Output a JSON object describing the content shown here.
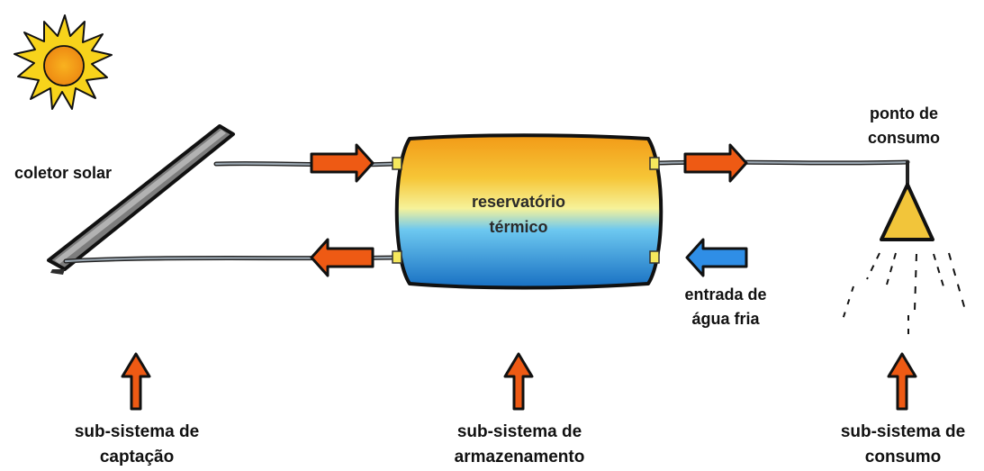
{
  "labels": {
    "collector": "coletor solar",
    "tank_line1": "reservatório",
    "tank_line2": "térmico",
    "consumption_point_line1": "ponto de",
    "consumption_point_line2": "consumo",
    "cold_water_line1": "entrada de",
    "cold_water_line2": "água fria",
    "capture_subsystem_line1": "sub-sistema de",
    "capture_subsystem_line2": "captação",
    "storage_subsystem_line1": "sub-sistema de",
    "storage_subsystem_line2": "armazenamento",
    "consumption_subsystem_line1": "sub-sistema de",
    "consumption_subsystem_line2": "consumo"
  },
  "colors": {
    "hot_flow_arrow": "#ee5a14",
    "cold_water_arrow": "#2f8ee6",
    "subsystem_arrow": "#ee5a14",
    "sun_core": "#f29a16",
    "sun_rays": "#f7d31b",
    "tank_top": "#f3a21c",
    "tank_middle": "#f4f09c",
    "tank_bottom": "#1c77c8",
    "shower_head": "#f2c53a"
  }
}
